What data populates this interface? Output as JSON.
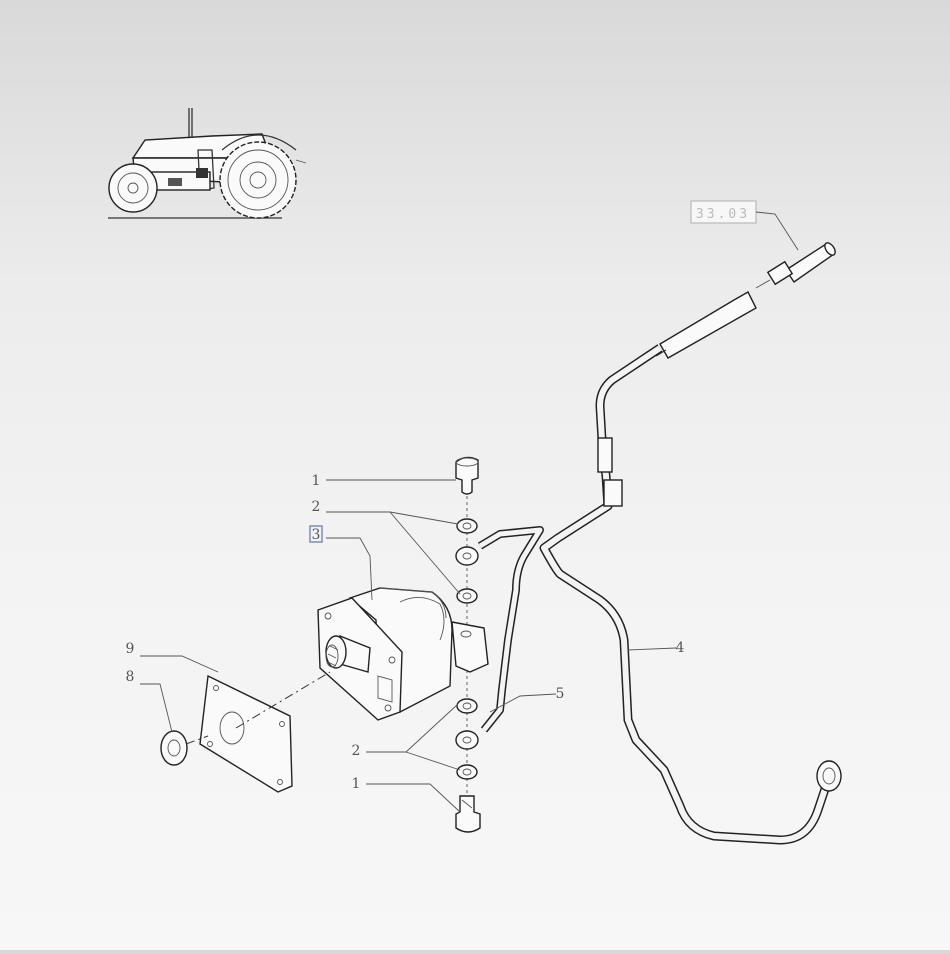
{
  "diagram": {
    "reference_box": "33.03",
    "callouts": {
      "c1_top": "1",
      "c2_top": "2",
      "c3": "3",
      "c4": "4",
      "c5": "5",
      "c2_bottom": "2",
      "c1_bottom": "1",
      "c8": "8",
      "c9": "9"
    }
  }
}
